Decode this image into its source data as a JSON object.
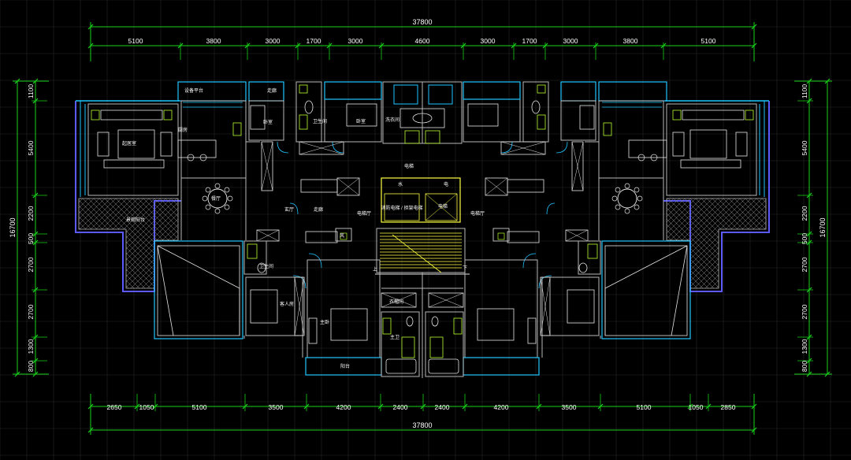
{
  "colors": {
    "background": "#000000",
    "grid": "#262626",
    "dimension": "#19d219",
    "dimension_text": "#ffffff",
    "wall": "#b7b7b7",
    "window": "#21c6ff",
    "balcony": "#5a5aff",
    "furniture": "#e5e5e5",
    "fixture": "#b7ff2e",
    "label": "#ffffff",
    "stair": "#ffff40"
  },
  "dimensions": {
    "overall_top": "37800",
    "overall_bottom": "37800",
    "overall_left": "16700",
    "overall_right": "16700",
    "top_segments": [
      "5100",
      "3800",
      "3000",
      "1700",
      "3000",
      "4600",
      "3000",
      "1700",
      "3000",
      "3800",
      "5100"
    ],
    "bottom_segments": [
      "2650",
      "1050",
      "5100",
      "3500",
      "4200",
      "2400",
      "2400",
      "4200",
      "3500",
      "5100",
      "1050",
      "2850"
    ],
    "left_segments": [
      "1100",
      "5400",
      "2200",
      "500",
      "2700",
      "2700",
      "1300",
      "800"
    ],
    "right_segments": [
      "1100",
      "5400",
      "2200",
      "500",
      "2700",
      "2700",
      "1300",
      "800"
    ]
  },
  "rooms": [
    {
      "key": "lt_platform",
      "text": "设备平台"
    },
    {
      "key": "lt_living",
      "text": "起居室"
    },
    {
      "key": "lt_kitchen",
      "text": "厨房"
    },
    {
      "key": "lt_dining",
      "text": "餐厅"
    },
    {
      "key": "lt_balcony",
      "text": "景观阳台"
    },
    {
      "key": "lt_entry",
      "text": "玄厅"
    },
    {
      "key": "lt_corridor",
      "text": "走廊"
    },
    {
      "key": "lt_bed1",
      "text": "卧室"
    },
    {
      "key": "lt_bath1",
      "text": "卫生间"
    },
    {
      "key": "lt_bed2",
      "text": "卧室"
    },
    {
      "key": "lt_wash",
      "text": "洗衣间"
    },
    {
      "key": "lt_lobby_l",
      "text": "电梯厅"
    },
    {
      "key": "lt_bath2",
      "text": "卫生间"
    },
    {
      "key": "lt_guest",
      "text": "客人房"
    },
    {
      "key": "lt_master",
      "text": "主卧"
    },
    {
      "key": "lt_closet",
      "text": "衣帽间"
    },
    {
      "key": "lt_mbath",
      "text": "主卫"
    },
    {
      "key": "lt_sbal",
      "text": "阳台"
    },
    {
      "key": "core_shaft",
      "text": "电梯"
    },
    {
      "key": "core_pipe",
      "text": "水"
    },
    {
      "key": "core_elec",
      "text": "电"
    },
    {
      "key": "core_fire",
      "text": "消防电梯 / 担架电梯"
    },
    {
      "key": "core_lift",
      "text": "电梯"
    },
    {
      "key": "core_up",
      "text": "上"
    },
    {
      "key": "core_down",
      "text": "下"
    },
    {
      "key": "core_lobby",
      "text": "电梯厅"
    },
    {
      "key": "core_wind",
      "text": "风"
    },
    {
      "key": "core_top",
      "text": "走廊"
    }
  ]
}
